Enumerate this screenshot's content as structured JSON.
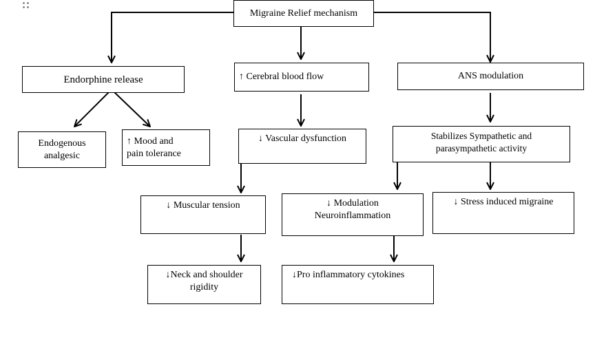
{
  "diagram": {
    "root": "Migraine Relief mechanism",
    "branches": {
      "endorphine": {
        "label": "Endorphine release",
        "children": {
          "endogenous": [
            "Endogenous",
            "analgesic"
          ],
          "mood": [
            "↑ Mood and",
            "pain tolerance"
          ]
        }
      },
      "cerebral": {
        "label": "↑ Cerebral blood flow",
        "vascular": "↓ Vascular dysfunction",
        "muscular": "↓ Muscular tension",
        "neck": [
          "↓Neck and shoulder",
          "rigidity"
        ]
      },
      "ans": {
        "label": "ANS modulation",
        "stabilizes": [
          "Stabilizes Sympathetic and",
          "parasympathetic activity"
        ],
        "modulation": [
          "↓ Modulation",
          "Neuroinflammation"
        ],
        "cytokines": "↓Pro inflammatory cytokines",
        "stress": "↓ Stress induced migraine"
      }
    }
  }
}
